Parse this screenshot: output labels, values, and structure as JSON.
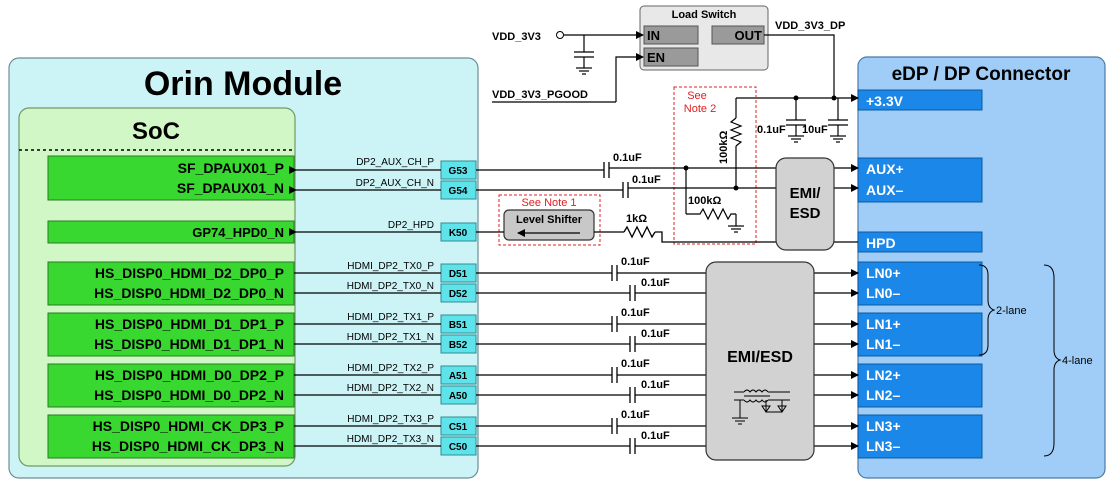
{
  "orin": {
    "title": "Orin Module",
    "soc_title": "SoC"
  },
  "connector": {
    "title": "eDP / DP Connector"
  },
  "load_switch": {
    "title": "Load Switch",
    "in": "IN",
    "en": "EN",
    "out": "OUT"
  },
  "power": {
    "vdd_in": "VDD_3V3",
    "vdd_pgood": "VDD_3V3_PGOOD",
    "vdd_dp": "VDD_3V3_DP",
    "cap_a": "0.1uF",
    "cap_b": "10uF",
    "pull_r": "100kΩ",
    "pull_r2": "100kΩ",
    "series_r": "1kΩ"
  },
  "notes": {
    "note1": "See Note 1",
    "note2_a": "See",
    "note2_b": "Note 2"
  },
  "level_shifter": "Level Shifter",
  "emi_small": {
    "line1": "EMI/",
    "line2": "ESD"
  },
  "emi_big": "EMI/ESD",
  "coupling_cap": "0.1uF",
  "soc_pins": [
    "SF_DPAUX01_P",
    "SF_DPAUX01_N",
    "GP74_HPD0_N",
    "HS_DISP0_HDMI_D2_DP0_P",
    "HS_DISP0_HDMI_D2_DP0_N",
    "HS_DISP0_HDMI_D1_DP1_P",
    "HS_DISP0_HDMI_D1_DP1_N",
    "HS_DISP0_HDMI_D0_DP2_P",
    "HS_DISP0_HDMI_D0_DP2_N",
    "HS_DISP0_HDMI_CK_DP3_P",
    "HS_DISP0_HDMI_CK_DP3_N"
  ],
  "nets": [
    "DP2_AUX_CH_P",
    "DP2_AUX_CH_N",
    "DP2_HPD",
    "HDMI_DP2_TX0_P",
    "HDMI_DP2_TX0_N",
    "HDMI_DP2_TX1_P",
    "HDMI_DP2_TX1_N",
    "HDMI_DP2_TX2_P",
    "HDMI_DP2_TX2_N",
    "HDMI_DP2_TX3_P",
    "HDMI_DP2_TX3_N"
  ],
  "module_pins": [
    "G53",
    "G54",
    "K50",
    "D51",
    "D52",
    "B51",
    "B52",
    "A51",
    "A50",
    "C51",
    "C50"
  ],
  "conn_pins": {
    "power": "+3.3V",
    "aux": [
      "AUX+",
      "AUX–"
    ],
    "hpd": "HPD",
    "lanes": [
      "LN0+",
      "LN0–",
      "LN1+",
      "LN1–",
      "LN2+",
      "LN2–",
      "LN3+",
      "LN3–"
    ]
  },
  "brackets": {
    "two": "2-lane",
    "four": "4-lane"
  }
}
